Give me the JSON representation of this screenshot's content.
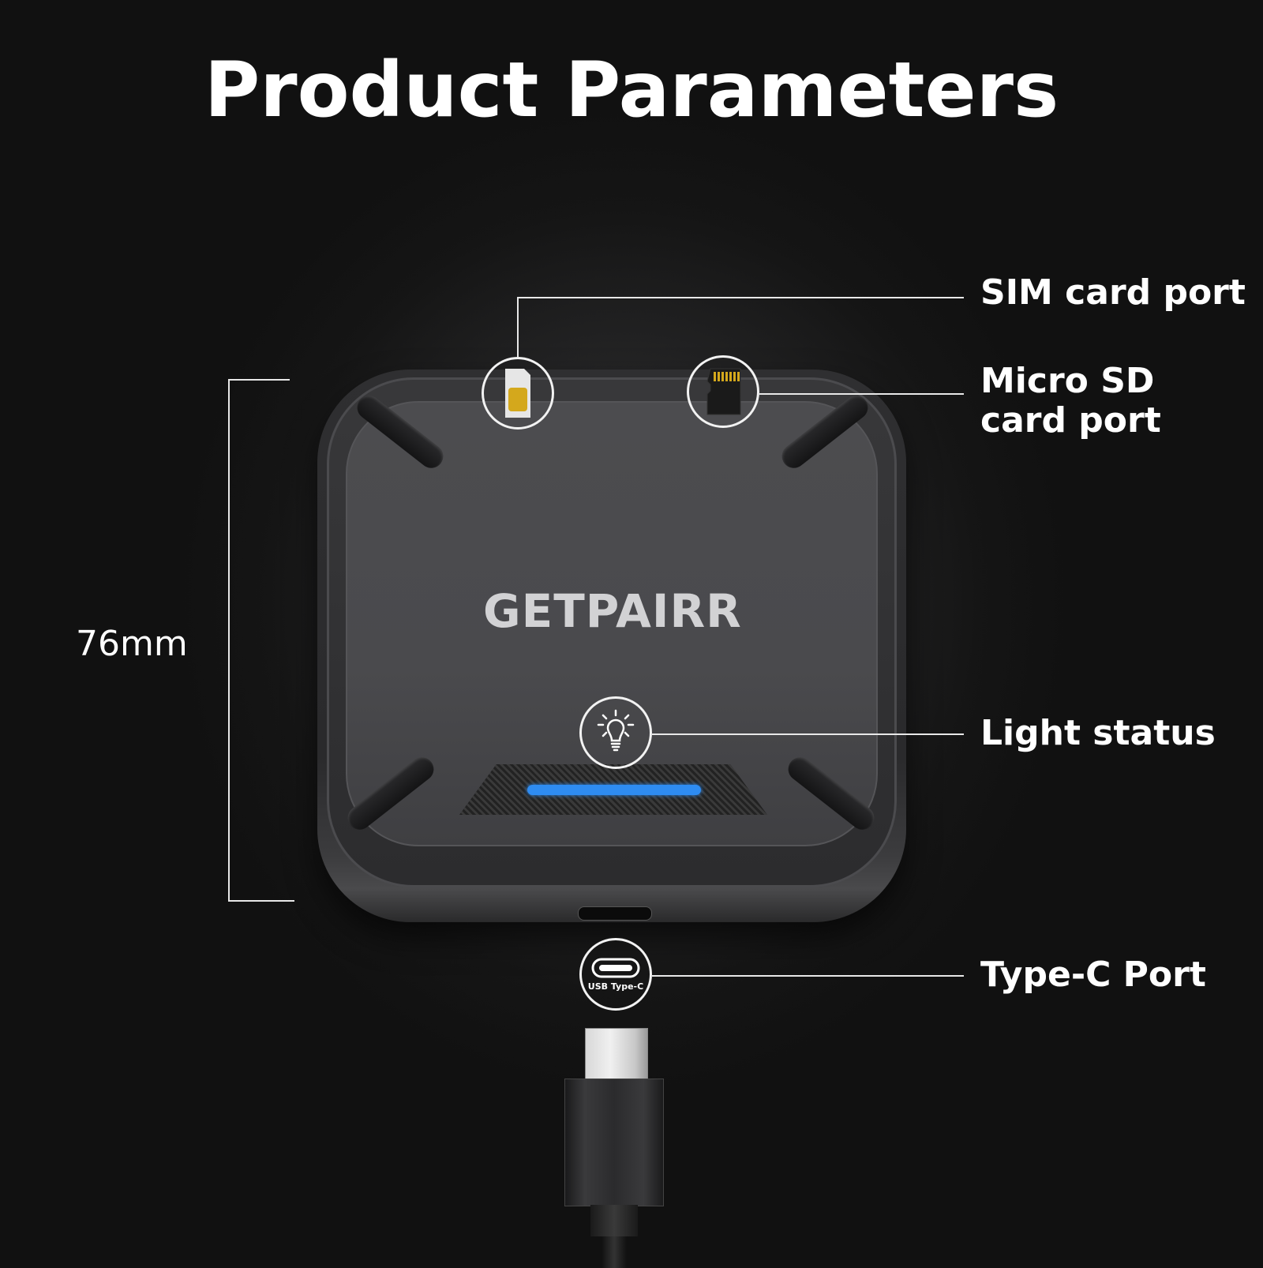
{
  "title": "Product Parameters",
  "dimension": {
    "height_label": "76mm"
  },
  "brand": {
    "logo_text": "GETPAIRR"
  },
  "callouts": [
    {
      "id": "sim",
      "label": "SIM card port",
      "icon": "sim-card-icon"
    },
    {
      "id": "sd",
      "label_line1": "Micro SD",
      "label_line2": "card port",
      "icon": "micro-sd-icon"
    },
    {
      "id": "light",
      "label": "Light status",
      "icon": "light-bulb-icon"
    },
    {
      "id": "typec",
      "label": "Type-C Port",
      "icon": "usb-type-c-icon",
      "icon_caption": "USB Type-C"
    }
  ],
  "colors": {
    "background": "#151515",
    "led": "#2e8cf2",
    "sim_chip": "#d4a81c",
    "text": "#ffffff"
  }
}
